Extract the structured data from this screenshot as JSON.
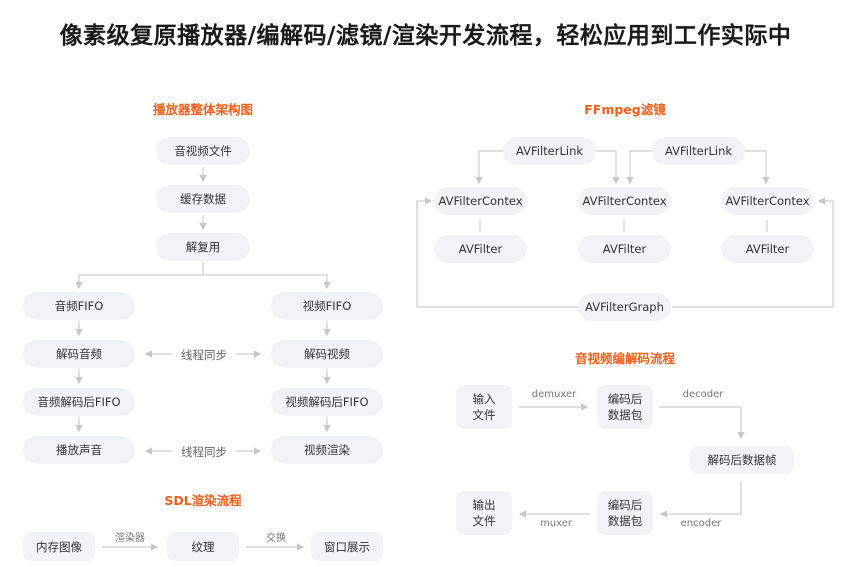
{
  "title": "像素级复原播放器/编解码/滤镜/渲染开发流程，轻松应用到工作实际中",
  "accent_color": "#f0601e",
  "player_arch": {
    "heading": "播放器整体架构图",
    "top_nodes": [
      "音视频文件",
      "缓存数据",
      "解复用"
    ],
    "audio_nodes": [
      "音频FIFO",
      "解码音频",
      "音频解码后FIFO",
      "播放声音"
    ],
    "video_nodes": [
      "视频FIFO",
      "解码视频",
      "视频解码后FIFO",
      "视频渲染"
    ],
    "sync_labels": [
      "线程同步",
      "线程同步"
    ]
  },
  "sdl": {
    "heading": "SDL渲染流程",
    "nodes": [
      "内存图像",
      "纹理",
      "窗口展示"
    ],
    "edge_labels": [
      "渲染器",
      "交换"
    ]
  },
  "ffmpeg_filter": {
    "heading": "FFmpeg滤镜",
    "links": [
      "AVFilterLink",
      "AVFilterLink"
    ],
    "contexts": [
      "AVFilterContex",
      "AVFilterContex",
      "AVFilterContex"
    ],
    "filters": [
      "AVFilter",
      "AVFilter",
      "AVFilter"
    ],
    "graph": "AVFilterGraph"
  },
  "codec_flow": {
    "heading": "音视频编解码流程",
    "input_file": "输入\n文件",
    "packet_top": "编码后\n数据包",
    "frame": "解码后数据帧",
    "packet_bottom": "编码后\n数据包",
    "output_file": "输出\n文件",
    "edge_labels": {
      "demuxer": "demuxer",
      "decoder": "decoder",
      "encoder": "encoder",
      "muxer": "muxer"
    }
  }
}
